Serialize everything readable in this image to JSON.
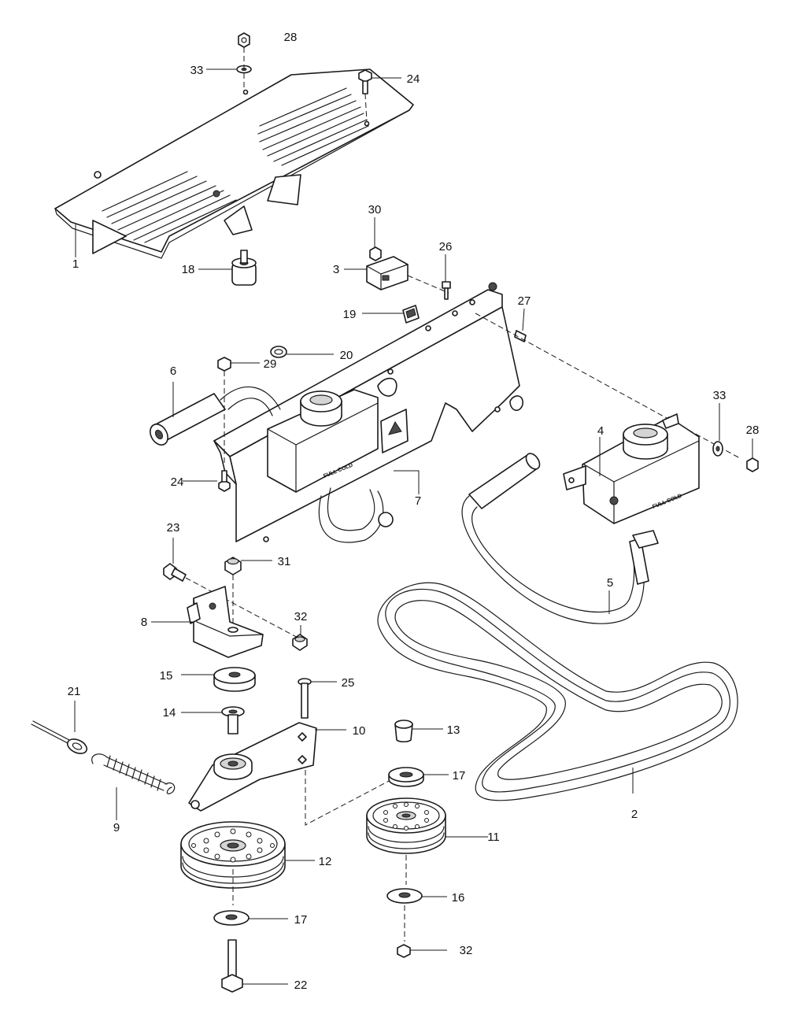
{
  "diagram": {
    "callouts": {
      "c1": "1",
      "c2": "2",
      "c3": "3",
      "c4": "4",
      "c5": "5",
      "c6": "6",
      "c7": "7",
      "c8": "8",
      "c9": "9",
      "c10": "10",
      "c11": "11",
      "c12": "12",
      "c13": "13",
      "c14": "14",
      "c15": "15",
      "c16": "16",
      "c17a": "17",
      "c17b": "17",
      "c18": "18",
      "c19": "19",
      "c20": "20",
      "c21": "21",
      "c22": "22",
      "c23": "23",
      "c24a": "24",
      "c24b": "24",
      "c25": "25",
      "c26": "26",
      "c27": "27",
      "c28a": "28",
      "c28b": "28",
      "c29": "29",
      "c30": "30",
      "c31": "31",
      "c32a": "32",
      "c32b": "32",
      "c33a": "33",
      "c33b": "33"
    },
    "decals": {
      "tank_main": "FULL COLD",
      "tank_aux": "FULL COLD"
    }
  }
}
